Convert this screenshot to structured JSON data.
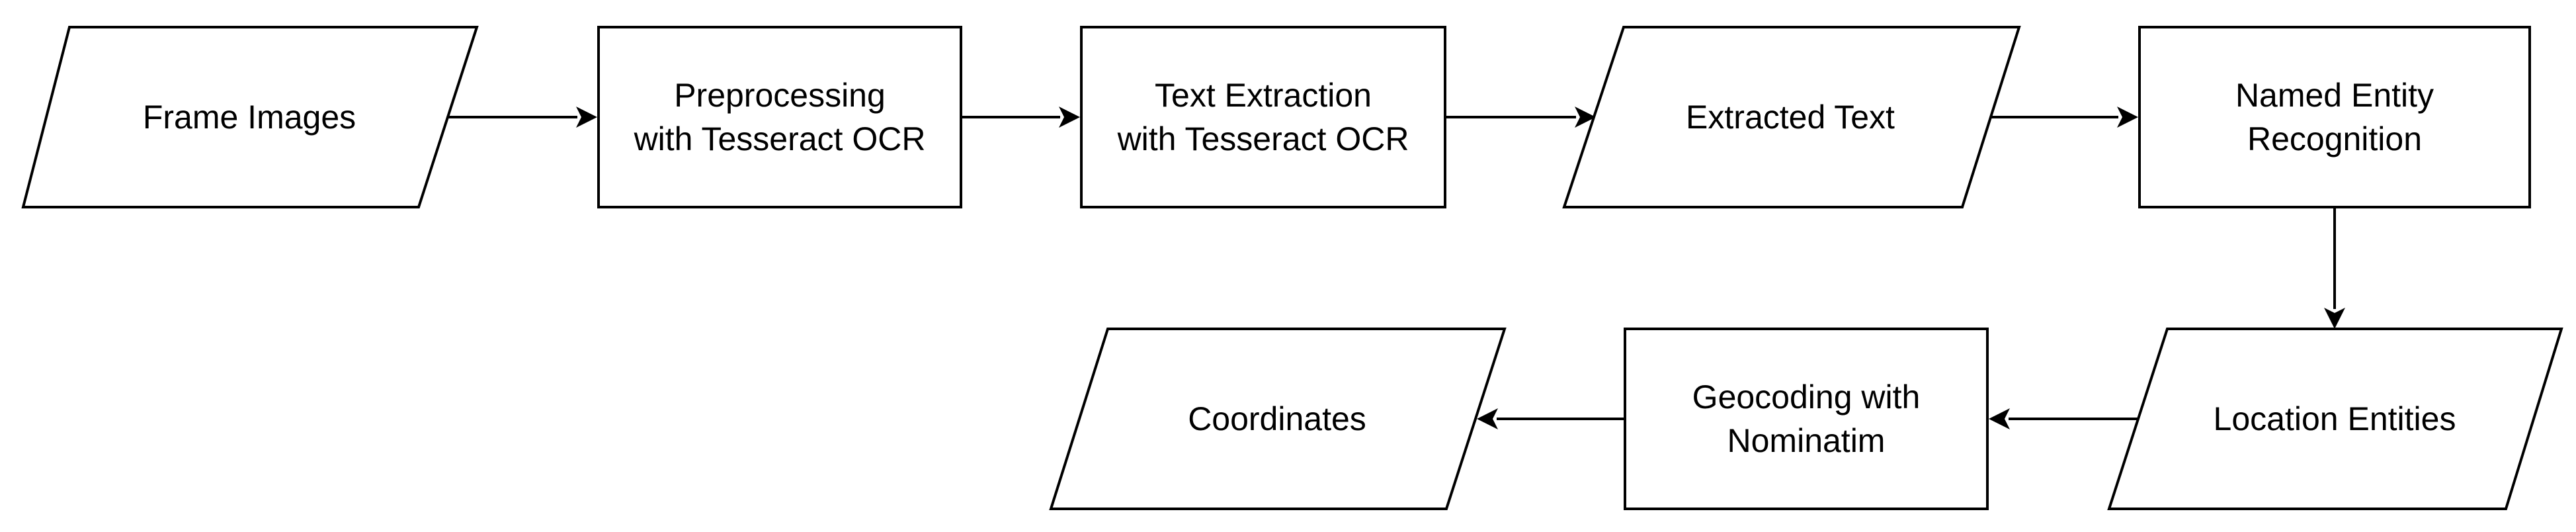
{
  "diagram": {
    "nodes": {
      "frame_images": {
        "lines": [
          "Frame Images"
        ],
        "shape": "parallelogram"
      },
      "preprocessing": {
        "lines": [
          "Preprocessing",
          "with Tesseract OCR"
        ],
        "shape": "rectangle"
      },
      "text_extraction": {
        "lines": [
          "Text Extraction",
          "with Tesseract OCR"
        ],
        "shape": "rectangle"
      },
      "extracted_text": {
        "lines": [
          "Extracted Text"
        ],
        "shape": "parallelogram"
      },
      "ner": {
        "lines": [
          "Named Entity",
          "Recognition"
        ],
        "shape": "rectangle"
      },
      "location_entities": {
        "lines": [
          "Location Entities"
        ],
        "shape": "parallelogram"
      },
      "geocoding": {
        "lines": [
          "Geocoding with",
          "Nominatim"
        ],
        "shape": "rectangle"
      },
      "coordinates": {
        "lines": [
          "Coordinates"
        ],
        "shape": "parallelogram"
      }
    },
    "edges": [
      {
        "from": "frame_images",
        "to": "preprocessing"
      },
      {
        "from": "preprocessing",
        "to": "text_extraction"
      },
      {
        "from": "text_extraction",
        "to": "extracted_text"
      },
      {
        "from": "extracted_text",
        "to": "ner"
      },
      {
        "from": "ner",
        "to": "location_entities"
      },
      {
        "from": "location_entities",
        "to": "geocoding"
      },
      {
        "from": "geocoding",
        "to": "coordinates"
      }
    ],
    "colors": {
      "stroke": "#000000",
      "fill": "#ffffff",
      "text": "#000000"
    }
  }
}
